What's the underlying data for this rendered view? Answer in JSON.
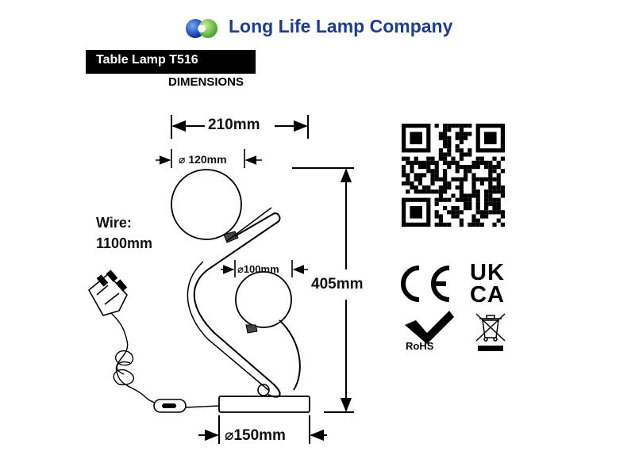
{
  "brand": {
    "name": "Long Life Lamp Company",
    "logo_icon": "overlapping-circles-logo-icon",
    "colors": [
      "#1f3d8f",
      "#7cc242"
    ]
  },
  "product": {
    "title": "Table Lamp T516",
    "section": "DIMENSIONS"
  },
  "dimensions": {
    "total_width": "210mm",
    "top_globe_diameter": "⌀ 120mm",
    "bottom_globe_diameter": "⌀100mm",
    "height": "405mm",
    "base_diameter": "⌀150mm",
    "wire_label": "Wire:",
    "wire_length": "1100mm"
  },
  "marks": {
    "rohs": "RoHS",
    "ce": "CE",
    "ukca_top": "UK",
    "ukca_bottom": "CA"
  },
  "icons": [
    "qr-code-icon",
    "ce-mark-icon",
    "ukca-mark-icon",
    "rohs-check-icon",
    "weee-bin-icon",
    "uk-plug-icon",
    "inline-switch-icon"
  ]
}
